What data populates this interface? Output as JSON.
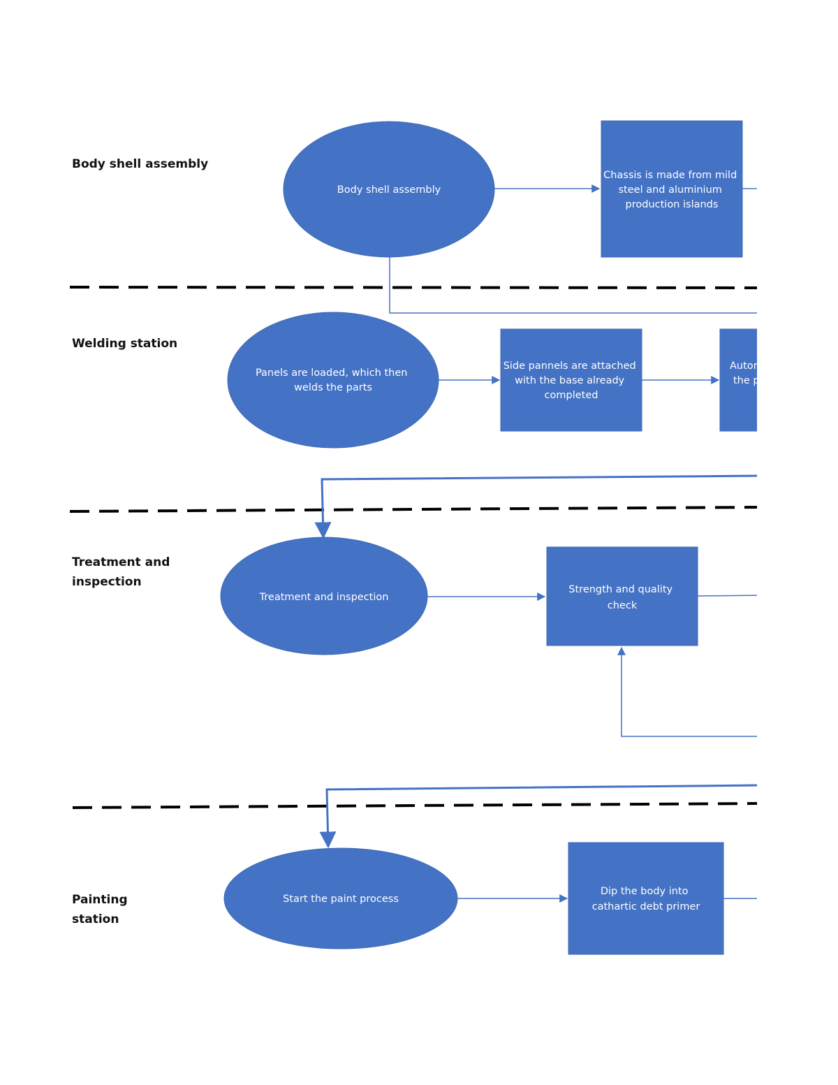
{
  "lanes": {
    "body_shell": "Body shell assembly",
    "welding": "Welding station",
    "treatment_line1": "Treatment and",
    "treatment_line2": "inspection",
    "painting_line1": "Painting",
    "painting_line2": "station"
  },
  "nodes": {
    "body_shell_ellipse": [
      "Body shell assembly"
    ],
    "chassis_box": [
      "Chassis is made from mild",
      "steel and aluminium",
      "production islands"
    ],
    "panels_ellipse": [
      "Panels are loaded, which then",
      "welds the parts"
    ],
    "side_panels_box": [
      "Side pannels are attached",
      "with the base already",
      "completed"
    ],
    "auto_box": [
      "Autor",
      "the p"
    ],
    "treatment_ellipse": [
      "Treatment and inspection"
    ],
    "strength_box": [
      "Strength and quality",
      "check"
    ],
    "paint_ellipse": [
      "Start the paint process"
    ],
    "dip_box": [
      "Dip the body into",
      "cathartic debt primer"
    ]
  },
  "colors": {
    "shape_fill": "#4472c4",
    "connector": "#4472c4",
    "divider": "#000000",
    "text_on_shape": "#ffffff"
  }
}
